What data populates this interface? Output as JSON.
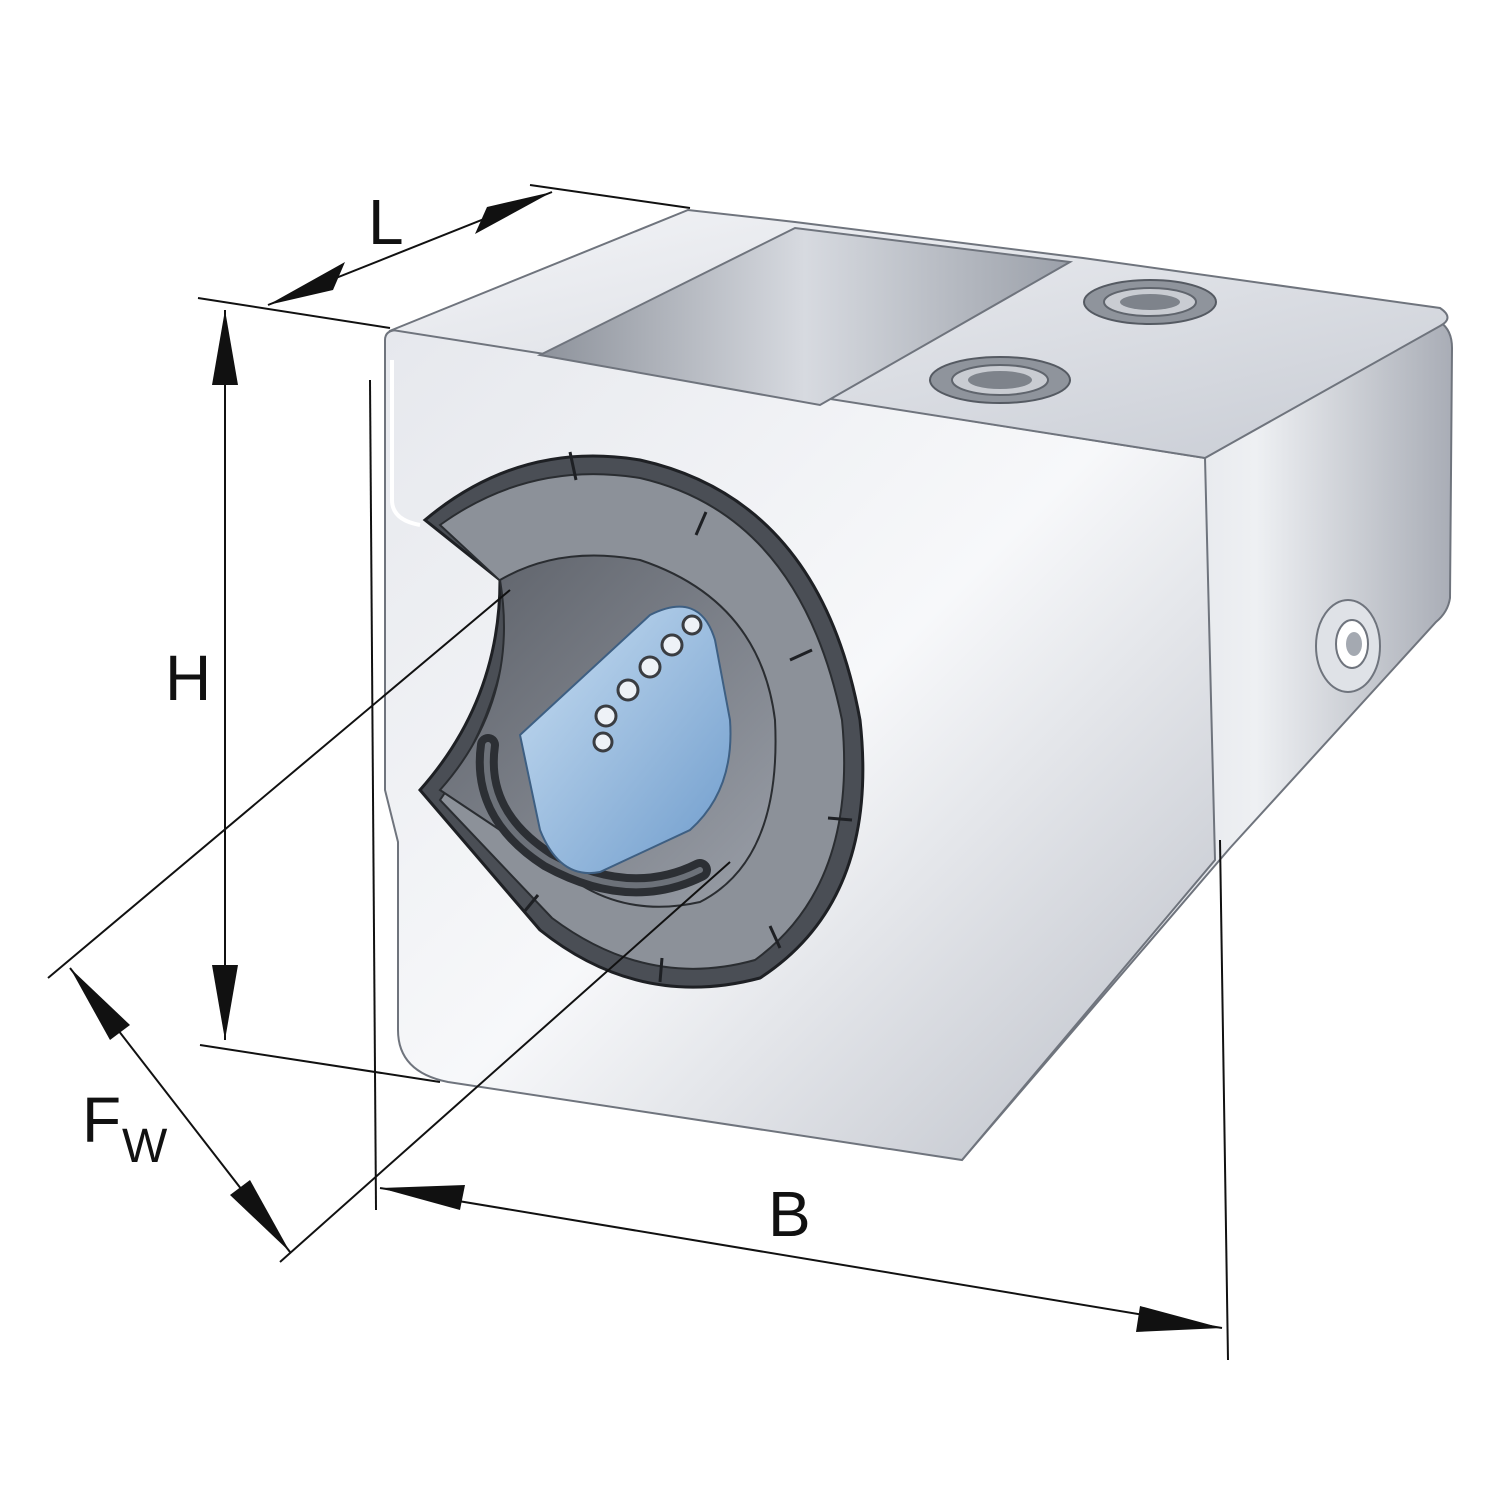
{
  "labels": {
    "length": "L",
    "height": "H",
    "shaft_main": "F",
    "shaft_sub": "W",
    "width": "B"
  },
  "colors": {
    "background": "#ffffff",
    "line": "#111111",
    "steel_light": "#eef0f4",
    "steel_mid": "#c9cdd6",
    "steel_dark": "#7b808a",
    "seal_dark": "#3a3d42",
    "shaft_blue": "#9cc4e6"
  }
}
